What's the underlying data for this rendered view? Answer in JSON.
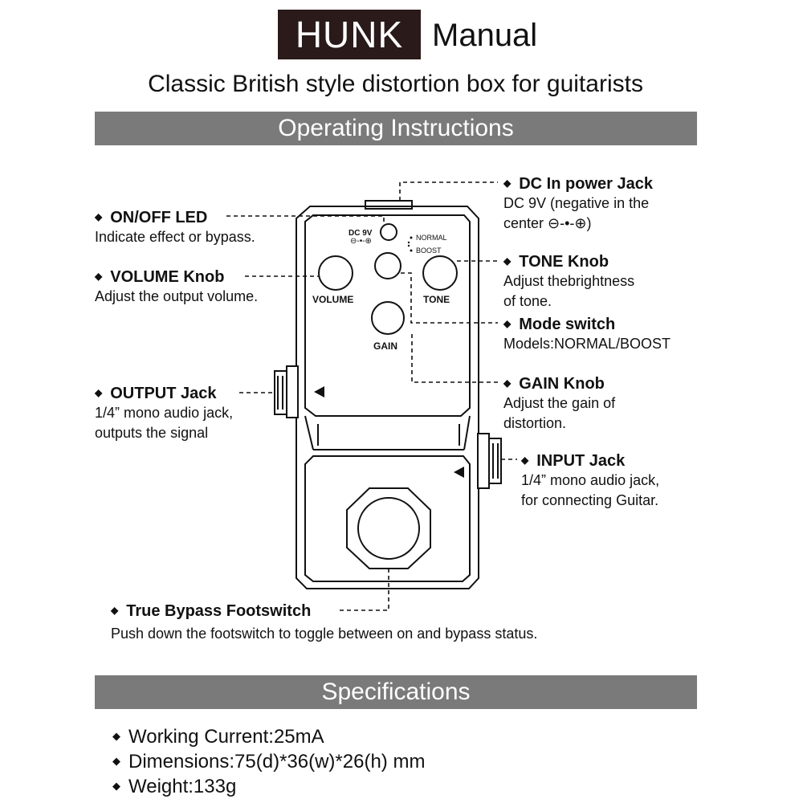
{
  "header": {
    "brand": "HUNK",
    "brand_suffix": "Manual",
    "subtitle": "Classic British style distortion box for guitarists"
  },
  "sections": {
    "operating": "Operating Instructions",
    "specifications": "Specifications"
  },
  "pedal": {
    "dc_label": "DC 9V",
    "volume_label": "VOLUME",
    "tone_label": "TONE",
    "gain_label": "GAIN",
    "normal_label": "NORMAL",
    "boost_label": "BOOST"
  },
  "callouts": {
    "dc_in": {
      "title": "DC In power Jack",
      "desc1": "DC 9V (negative in the",
      "desc2": "center ⊖-•-⊕)"
    },
    "led": {
      "title": "ON/OFF LED",
      "desc1": "Indicate effect or bypass."
    },
    "volume": {
      "title": "VOLUME Knob",
      "desc1": "Adjust the output volume."
    },
    "tone": {
      "title": "TONE Knob",
      "desc1": "Adjust thebrightness",
      "desc2": "of tone."
    },
    "mode": {
      "title": "Mode switch",
      "desc1": "Models:NORMAL/BOOST"
    },
    "output": {
      "title": "OUTPUT Jack",
      "desc1": "1/4” mono audio jack,",
      "desc2": "outputs the signal"
    },
    "gain": {
      "title": "GAIN Knob",
      "desc1": "Adjust the gain of",
      "desc2": "distortion."
    },
    "input": {
      "title": "INPUT Jack",
      "desc1": "1/4” mono audio jack,",
      "desc2": "for connecting Guitar."
    },
    "footswitch": {
      "title": "True Bypass Footswitch",
      "desc1": "Push down the footswitch to toggle between on and bypass status."
    }
  },
  "specs": [
    "Working Current:25mA",
    "Dimensions:75(d)*36(w)*26(h) mm",
    "Weight:133g"
  ]
}
